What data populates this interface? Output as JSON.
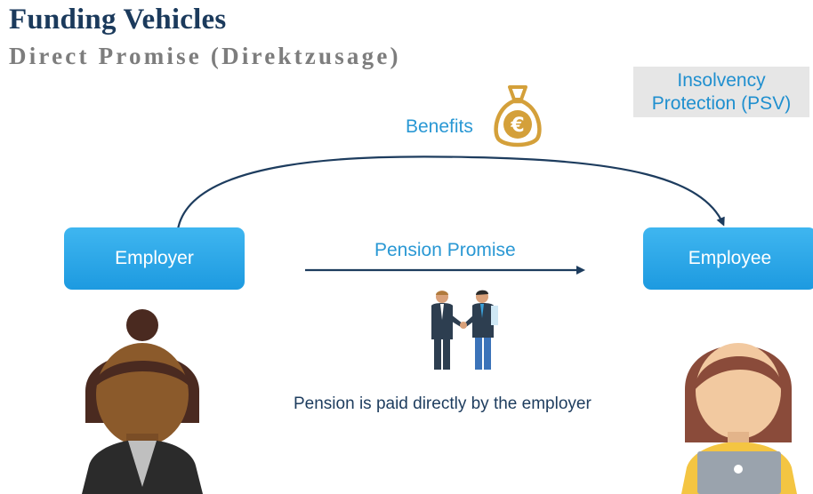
{
  "header": {
    "title": "Funding Vehicles",
    "subtitle": "Direct Promise (Direktzusage)"
  },
  "psv_box": {
    "text": "Insolvency\nProtection (PSV)"
  },
  "benefits": {
    "label": "Benefits",
    "icon": "euro-money-bag-icon"
  },
  "nodes": {
    "employer": "Employer",
    "employee": "Employee"
  },
  "promise": {
    "label": "Pension Promise"
  },
  "note": "Pension is paid directly by the employer",
  "colors": {
    "title": "#1b3a5c",
    "subtitle": "#7d7d7d",
    "accent_text": "#2a98d4",
    "node_fill": "#1d9ae0",
    "arrow": "#1d3c5e",
    "psv_background": "#e6e6e6",
    "bag": "#d4a03a"
  }
}
